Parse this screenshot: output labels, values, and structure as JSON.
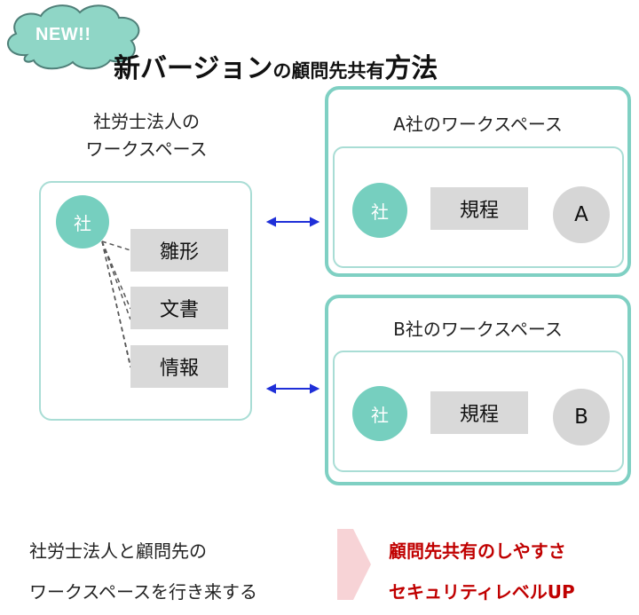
{
  "badge": {
    "text": "NEW!!"
  },
  "title": {
    "part1": "新バージョン",
    "part2": "の顧問先共有",
    "part3": "方法"
  },
  "left_workspace": {
    "label_line1": "社労士法人の",
    "label_line2": "ワークスペース",
    "node": "社",
    "items": [
      "雛形",
      "文書",
      "情報"
    ]
  },
  "workspaces": [
    {
      "title": "A社のワークスペース",
      "node": "社",
      "doc": "規程",
      "client": "A"
    },
    {
      "title": "B社のワークスペース",
      "node": "社",
      "doc": "規程",
      "client": "B"
    }
  ],
  "bottom": {
    "left_line1": "社労士法人と顧問先の",
    "left_line2": "ワークスペースを行き来する",
    "right_line1": "顧問先共有のしやすさ",
    "right_line2": "セキュリティレベルUP"
  },
  "colors": {
    "teal": "#76cfbf",
    "teal_border": "#7fd0c3",
    "arrow": "#1f2fd8",
    "accent_red": "#c00000"
  }
}
